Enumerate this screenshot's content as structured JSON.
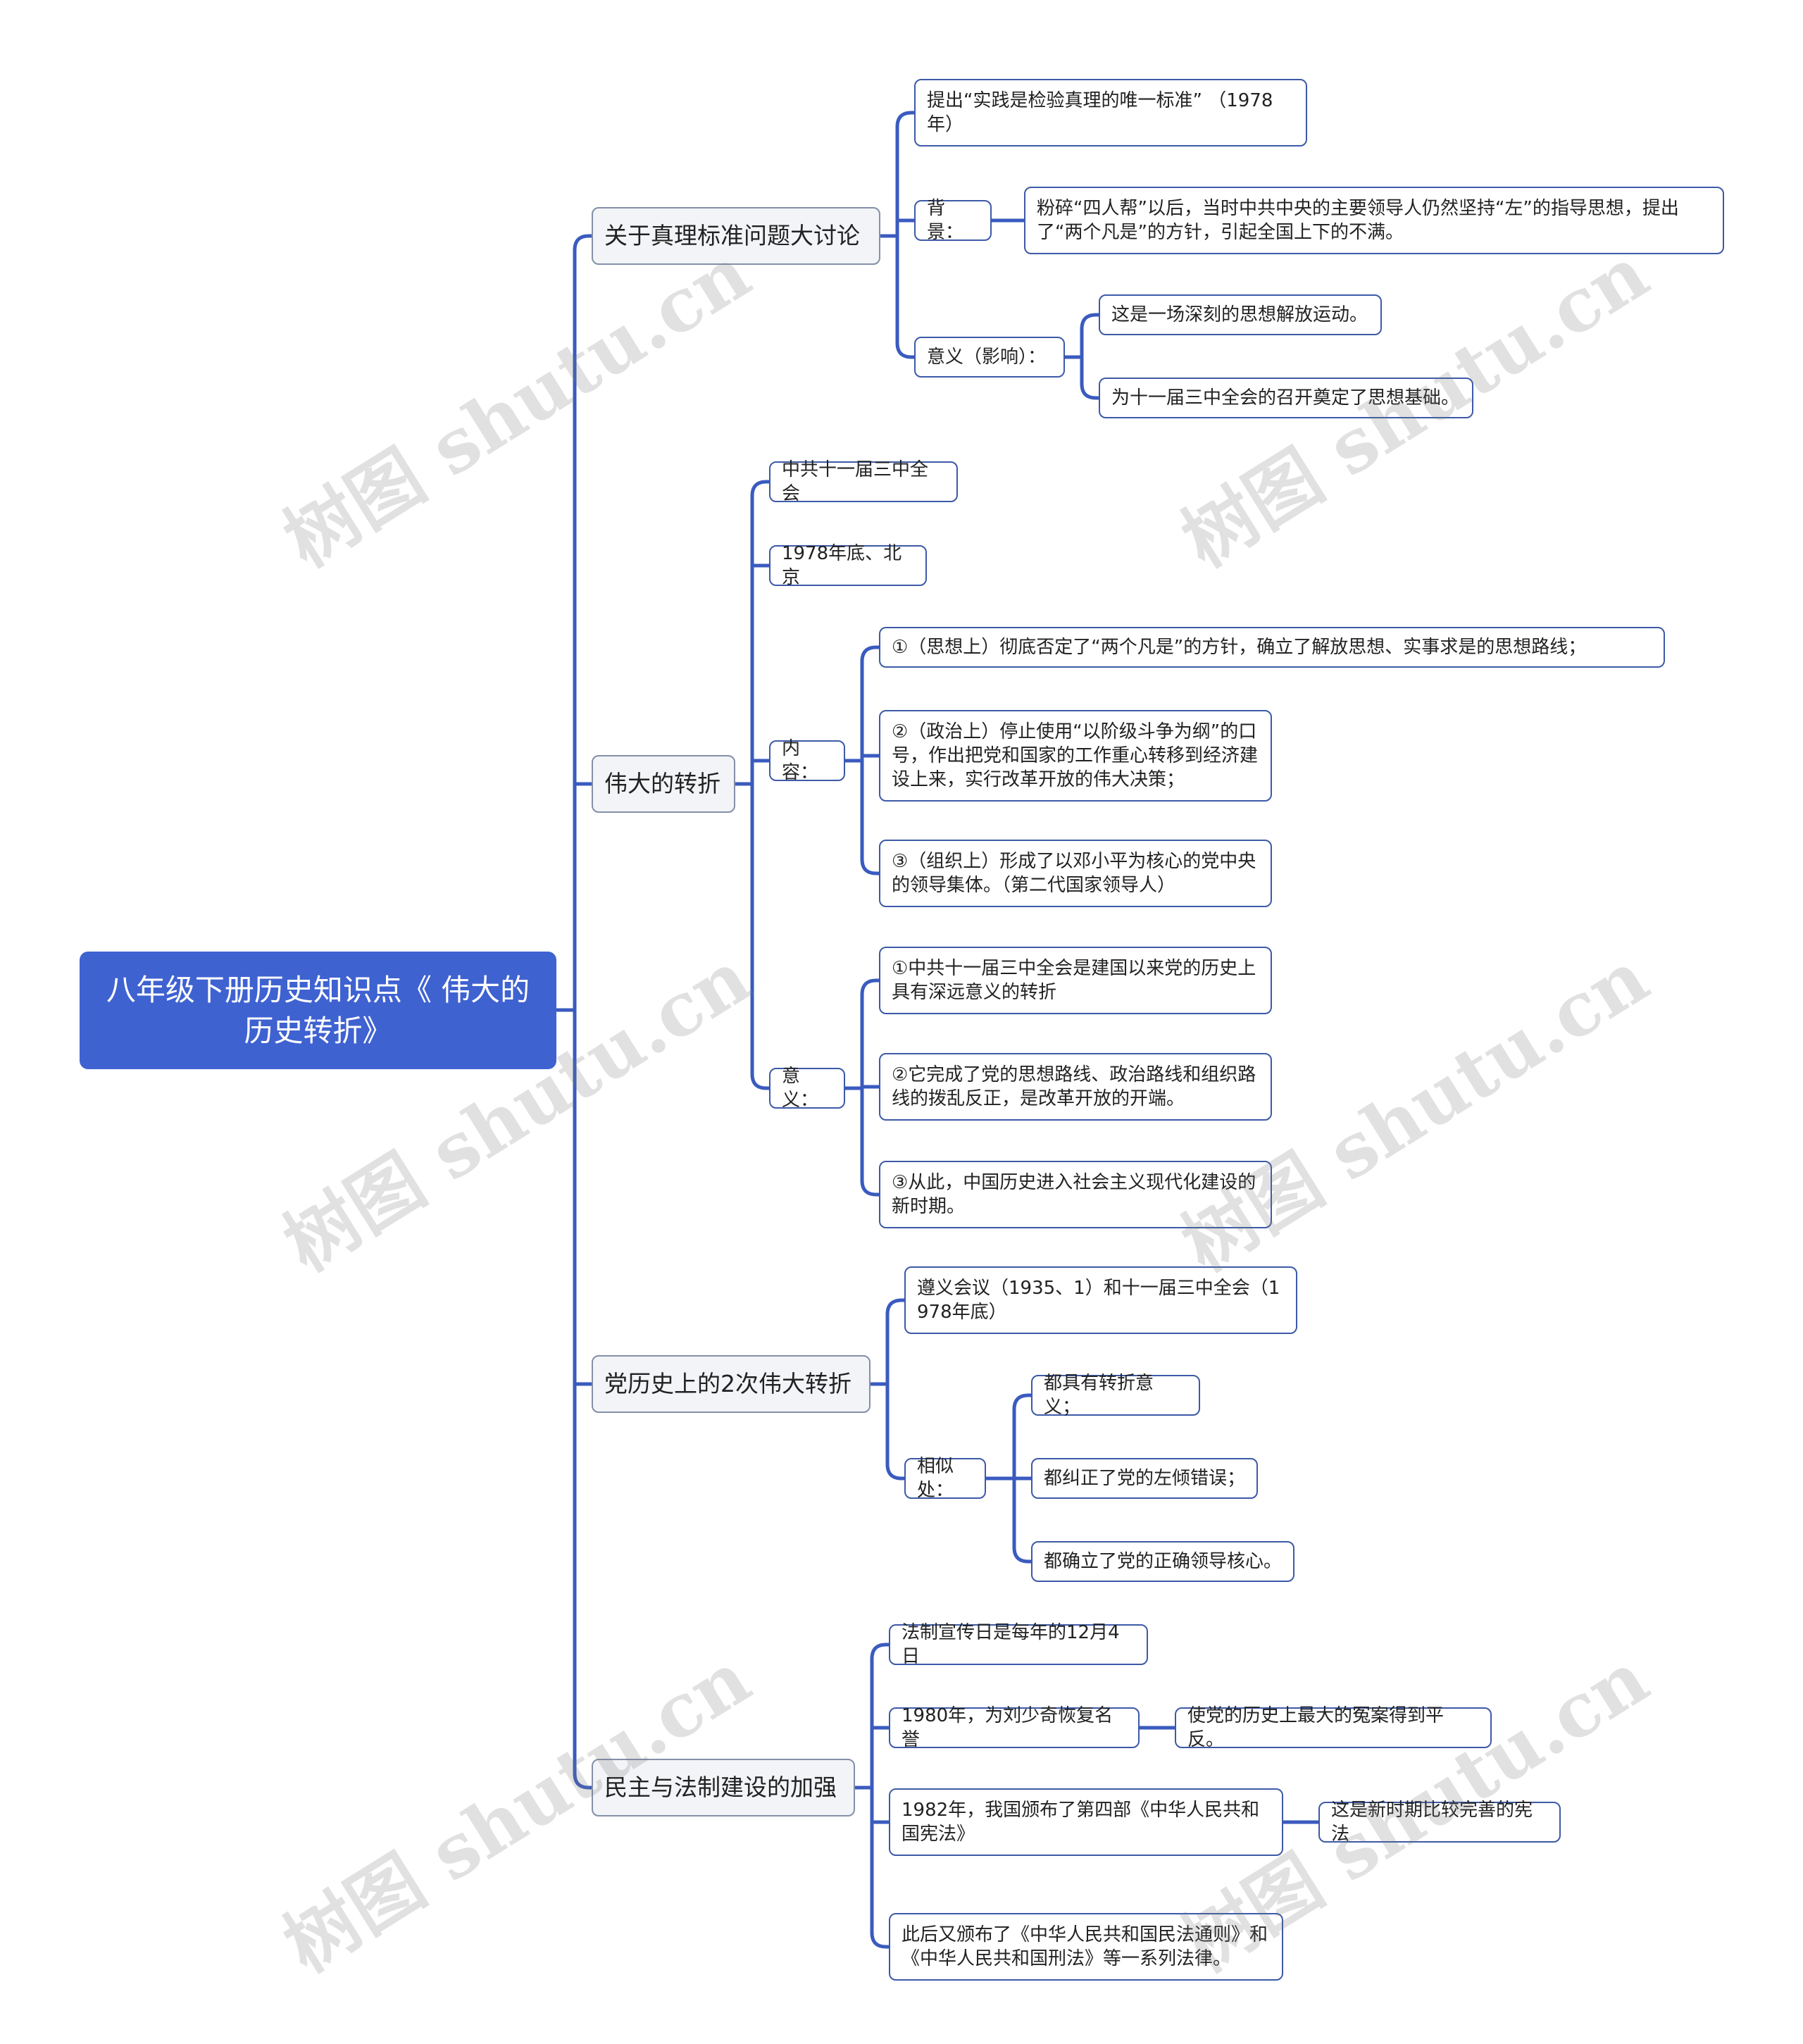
{
  "watermark": "树图 shutu.cn",
  "root": "八年级下册历史知识点《 伟大的历史转折》",
  "b1": {
    "title": "关于真理标准问题大讨论",
    "c1": "提出“实践是检验真理的唯一标准” （1978年）",
    "c2": "背景：",
    "c2a": "粉碎“四人帮”以后，当时中共中央的主要领导人仍然坚持“左”的指导思想，提出了“两个凡是”的方针，引起全国上下的不满。",
    "c3": "意义（影响）：",
    "c3a": "这是一场深刻的思想解放运动。",
    "c3b": "为十一届三中全会的召开奠定了思想基础。"
  },
  "b2": {
    "title": "伟大的转折",
    "c1": "中共十一届三中全会",
    "c2": "1978年底、北京",
    "c3": "内容：",
    "c3a": "①（思想上）彻底否定了“两个凡是”的方针，确立了解放思想、实事求是的思想路线；",
    "c3b": "②（政治上）停止使用“以阶级斗争为纲”的口号，作出把党和国家的工作重心转移到经济建设上来，实行改革开放的伟大决策；",
    "c3c": "③（组织上）形成了以邓小平为核心的党中央的领导集体。（第二代国家领导人）",
    "c4": "意义：",
    "c4a": "①中共十一届三中全会是建国以来党的历史上具有深远意义的转折",
    "c4b": "②它完成了党的思想路线、政治路线和组织路线的拨乱反正，是改革开放的开端。",
    "c4c": "③从此，中国历史进入社会主义现代化建设的新时期。"
  },
  "b3": {
    "title": "党历史上的2次伟大转折",
    "c1": "遵义会议（1935、1）和十一届三中全会（1978年底）",
    "c2": "相似处：",
    "c2a": "都具有转折意义；",
    "c2b": "都纠正了党的左倾错误；",
    "c2c": "都确立了党的正确领导核心。"
  },
  "b4": {
    "title": "民主与法制建设的加强",
    "c1": "法制宣传日是每年的12月4日",
    "c2": "1980年，为刘少奇恢复名誉",
    "c2a": "使党的历史上最大的冤案得到平反。",
    "c3": "1982年，我国颁布了第四部《中华人民共和国宪法》",
    "c3a": "这是新时期比较完善的宪法",
    "c4": "此后又颁布了《中华人民共和国民法通则》和《中华人民共和国刑法》等一系列法律。"
  },
  "colors": {
    "root_fill": "#3f62d1",
    "line": "#3a5bbf",
    "border": "#3d5aa8",
    "branch_fill": "#f2f4f7"
  }
}
